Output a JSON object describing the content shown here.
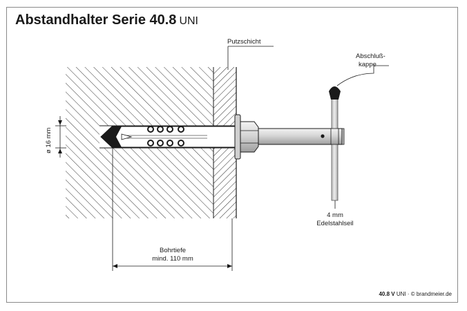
{
  "title": {
    "main": "Abstandhalter Serie 40.8",
    "suffix": "UNI"
  },
  "labels": {
    "putzschicht": "Putzschicht",
    "abschluss_line1": "Abschluß-",
    "abschluss_line2": "kappe",
    "diameter": "ø 16 mm",
    "seil_line1": "4 mm",
    "seil_line2": "Edelstahlseil",
    "bohr_line1": "Bohrtiefe",
    "bohr_line2": "mind. 110 mm"
  },
  "footer": {
    "code": "40.8 V",
    "rest": " UNI · © brandmeier.de"
  }
}
